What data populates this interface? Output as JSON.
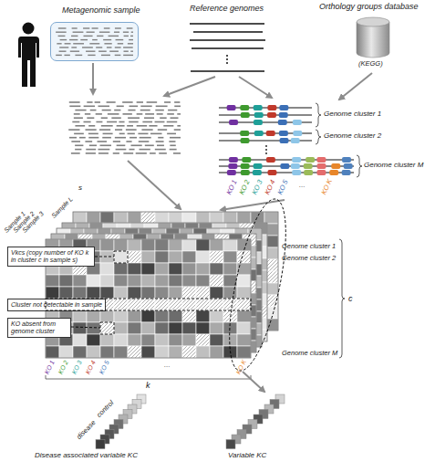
{
  "diagram": {
    "nodes": [
      {
        "text": [
          "Metagenomic sample"
        ]
      },
      {
        "text": [
          "Orthology groups database",
          "(KEGG)"
        ]
      },
      {
        "text": [
          "Vkcs (copy number of KO k in cluster c in sample s)"
        ]
      },
      {
        "text": [
          "Cluster not detectable in sample"
        ]
      },
      {
        "text": [
          "KO absent from genome cluster"
        ]
      }
    ],
    "labels": [
      "Reference genomes",
      "Genome cluster 1",
      "Genome cluster 2",
      "Genome cluster M",
      "KO 1",
      "KO 2",
      "KO 3",
      "KO 4",
      "KO 5",
      "...",
      "KO K",
      "s",
      "Sample L",
      "Sample 3",
      "Sample 2",
      "Sample 1",
      "Genome cluster 1",
      "Genome cluster 2",
      "Genome cluster M",
      "c",
      "KO 1",
      "KO 2",
      "KO 3",
      "KO 4",
      "KO 5",
      "...",
      "KO K",
      "k",
      "control",
      "disease",
      "Disease associated variable KC",
      "Variable KC"
    ]
  }
}
